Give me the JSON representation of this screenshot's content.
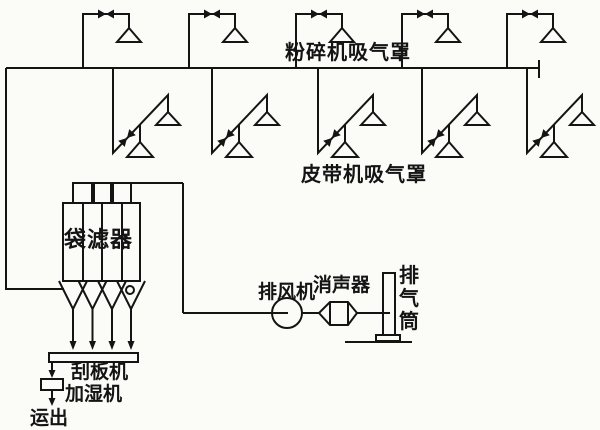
{
  "diagram": {
    "labels": {
      "crusher_hoods": "粉碎机吸气罩",
      "belt_hoods": "皮带机吸气罩",
      "bag_filter": "袋滤器",
      "exhaust_fan": "排风机",
      "silencer": "消声器",
      "exhaust_stack": "排气筒",
      "scraper_conveyor": "刮板机",
      "humidifier": "加湿机",
      "transport_out": "运出"
    },
    "counts": {
      "crusher_hood_branches": 5,
      "belt_hood_branches": 5,
      "filter_compartments": 4,
      "filter_discharge_arrows": 4
    },
    "colors": {
      "line": "#141414",
      "background": "#fbfbf8"
    }
  }
}
